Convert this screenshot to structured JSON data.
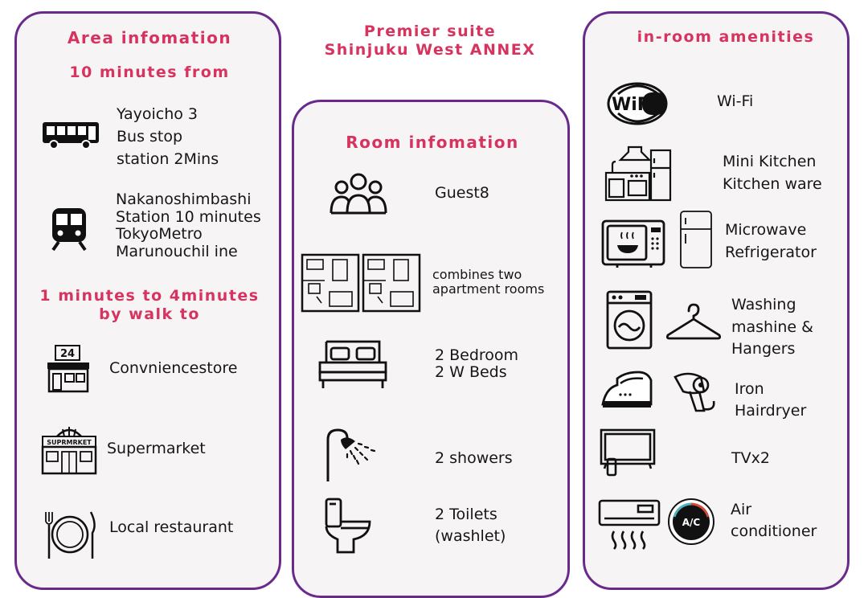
{
  "title": "Premier suite\nShinjuku West ANNEX",
  "area": {
    "heading": "Area infomation",
    "subheading": "10 minutes from",
    "bus": "Yayoicho 3\nBus stop\nstation 2Mins",
    "train": "Nakanoshimbashi\nStation 10 minutes\nTokyoMetro\nMarunouchil ine",
    "walk_heading": "1 minutes to 4minutes\nby walk to",
    "convenience": "Convniencestore",
    "convenience_sign": "24",
    "supermarket": "Supermarket",
    "supermarket_sign": "SUPRMRKET",
    "restaurant": "Local restaurant"
  },
  "room": {
    "heading": "Room infomation",
    "guest": "Guest8",
    "apartment": "combines two\napartment rooms",
    "bedroom": "2 Bedroom\n2 W Beds",
    "showers": "2 showers",
    "toilets": "2 Toilets\n(washlet)"
  },
  "amenities": {
    "heading": "in-room amenities",
    "wifi": "Wi-Fi",
    "wifi_logo": "WiFi",
    "kitchen": "Mini Kitchen\nKitchen ware",
    "microwave": "Microwave\nRefrigerator",
    "washing": "Washing\nmashine &\nHangers",
    "iron": "Iron\nHairdryer",
    "tv": "TVx2",
    "ac": "Air\nconditioner",
    "ac_badge": "A/C"
  },
  "colors": {
    "heading": "#d6335f",
    "border": "#6a2a8c",
    "panel_bg": "#f6f4f5",
    "icon": "#111111"
  }
}
